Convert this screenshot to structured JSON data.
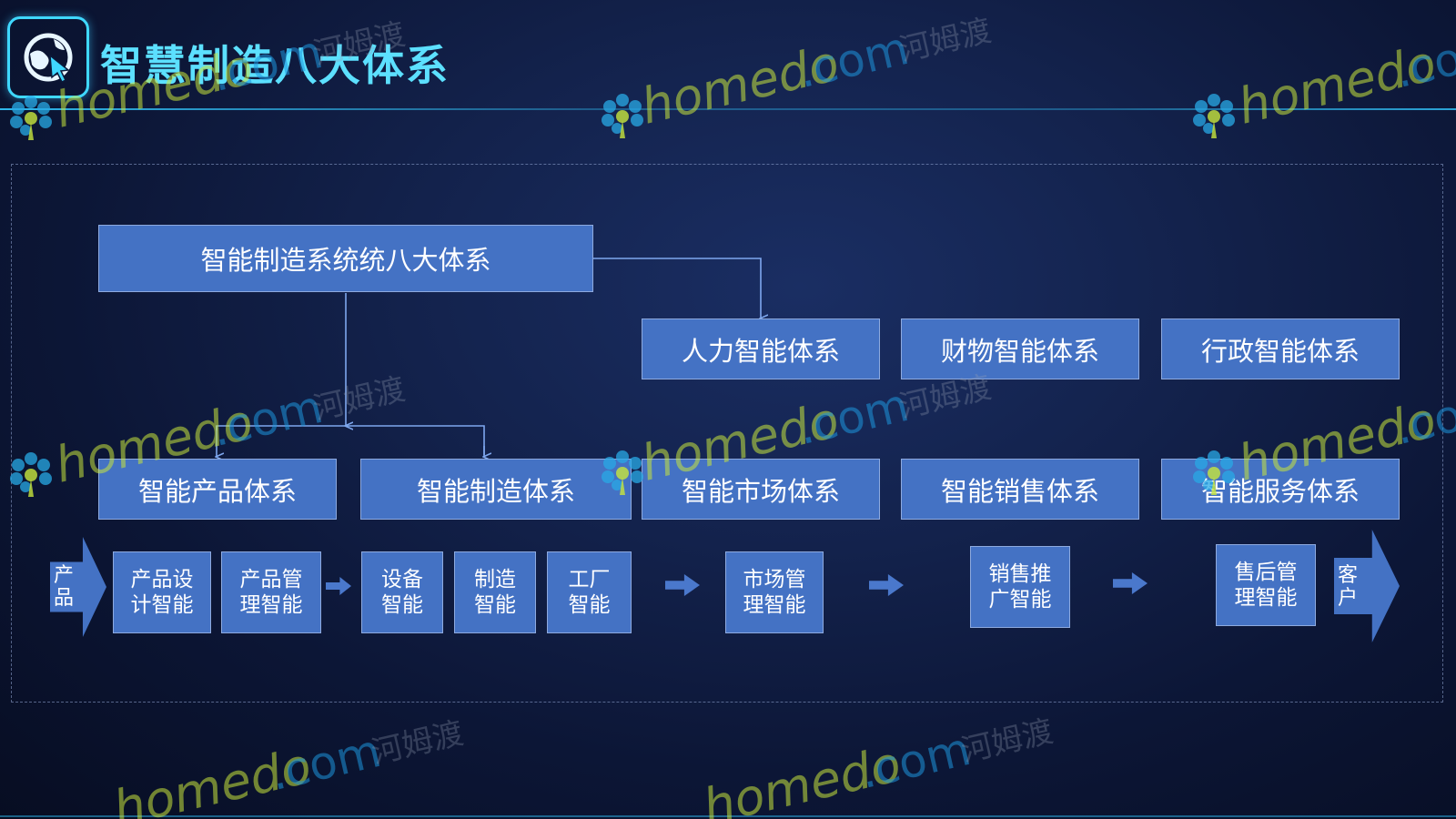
{
  "slide": {
    "title": "智慧制造八大体系"
  },
  "diagram": {
    "root": "智能制造系统统八大体系",
    "upper_row": [
      "人力智能体系",
      "财物智能体系",
      "行政智能体系"
    ],
    "middle_row": [
      "智能产品体系",
      "智能制造体系",
      "智能市场体系",
      "智能销售体系",
      "智能服务体系"
    ],
    "flow": {
      "start": "产\n品",
      "end": "客\n户",
      "steps": [
        "产品设\n计智能",
        "产品管\n理智能",
        "设备\n智能",
        "制造\n智能",
        "工厂\n智能",
        "市场管\n理智能",
        "销售推\n广智能",
        "售后管\n理智能"
      ]
    }
  },
  "watermark": {
    "brand": "homedo.com",
    "brand_prefix": "homedo",
    "brand_suffix": ".com",
    "cn": "河姆渡",
    "brand_color": "#c8e63c",
    "accent_color": "#1e96dc"
  },
  "icons": {
    "logo": "cursor-globe-icon",
    "watermark_logo": "peacock-flower-icon"
  },
  "colors": {
    "box_fill": "#4472c4",
    "box_border": "#8eaadf",
    "title": "#5ce0ff",
    "connector": "#7ea7ee"
  }
}
